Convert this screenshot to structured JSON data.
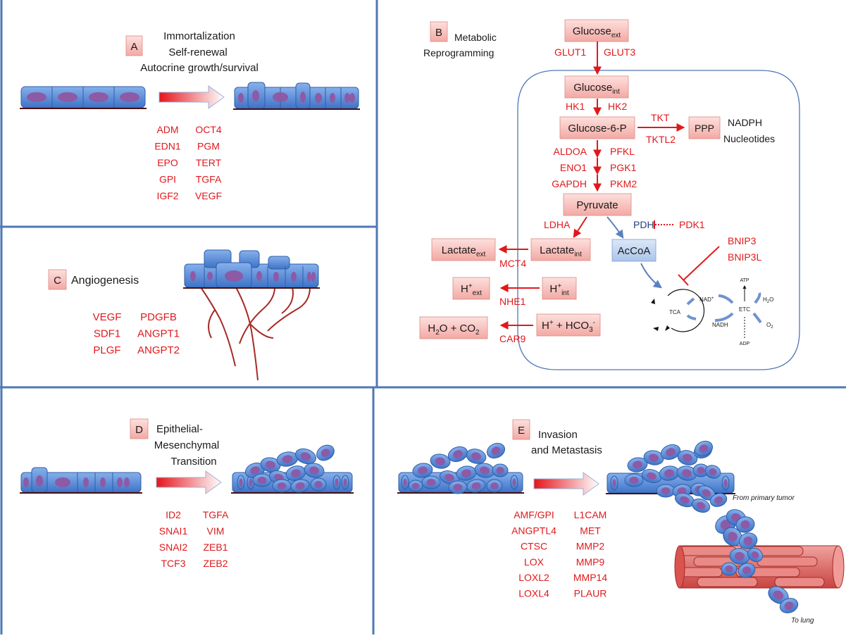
{
  "panels": {
    "a": {
      "letter": "A",
      "title_lines": [
        "Immortalization",
        "Self-renewal",
        "Autocrine growth/survival"
      ],
      "genes": [
        [
          "ADM",
          "OCT4"
        ],
        [
          "EDN1",
          "PGM"
        ],
        [
          "EPO",
          "TERT"
        ],
        [
          "GPI",
          "TGFA"
        ],
        [
          "IGF2",
          "VEGF"
        ]
      ]
    },
    "b": {
      "letter": "B",
      "title_lines": [
        "Metabolic",
        "Reprogramming"
      ],
      "boxes": {
        "glucose_ext": {
          "base": "Glucose",
          "sub": "ext"
        },
        "glucose_int": {
          "base": "Glucose",
          "sub": "int"
        },
        "glucose6p": "Glucose-6-P",
        "ppp": "PPP",
        "pyruvate": "Pyruvate",
        "lactate_int": {
          "base": "Lactate",
          "sub": "int"
        },
        "lactate_ext": {
          "base": "Lactate",
          "sub": "ext"
        },
        "acoa": "AcCoA",
        "h_int": {
          "base": "H",
          "sup": "+",
          "sub": "int"
        },
        "h_ext": {
          "base": "H",
          "sup": "+",
          "sub": "ext"
        },
        "h_hco3": {
          "a": "H",
          "asup": "+",
          "mid": " + HCO",
          "msub": "3",
          "msup": "-"
        },
        "h2o_co2": {
          "a": "H",
          "asub": "2",
          "mid": "O + CO",
          "msub": "2"
        }
      },
      "labels": {
        "glut1": "GLUT1",
        "glut3": "GLUT3",
        "hk1": "HK1",
        "hk2": "HK2",
        "tkt": "TKT",
        "tktl2": "TKTL2",
        "glycolysis_left": [
          "ALDOA",
          "ENO1",
          "GAPDH"
        ],
        "glycolysis_right": [
          "PFKL",
          "PGK1",
          "PKM2"
        ],
        "ldha": "LDHA",
        "pdh": "PDH",
        "pdk1": "PDK1",
        "bnip3": "BNIP3",
        "bnip3l": "BNIP3L",
        "mct4": "MCT4",
        "nhe1": "NHE1",
        "car9": "CAR9",
        "nadph_lines": [
          "NADPH",
          "Nucleotides"
        ]
      },
      "tca": {
        "tca": "TCA",
        "etc": "ETC",
        "nad": "NAD",
        "nad_sup": "+",
        "nadh": "NADH",
        "atp": "ATP",
        "adp": "ADP",
        "h2o": "H",
        "h2o_sub": "2",
        "h2o_tail": "O",
        "o2": "O",
        "o2_sub": "2"
      }
    },
    "c": {
      "letter": "C",
      "title": "Angiogenesis",
      "genes": [
        [
          "VEGF",
          "PDGFB"
        ],
        [
          "SDF1",
          "ANGPT1"
        ],
        [
          "PLGF",
          "ANGPT2"
        ]
      ]
    },
    "d": {
      "letter": "D",
      "title_lines": [
        "Epithelial-",
        "Mesenchymal",
        "Transition"
      ],
      "genes": [
        [
          "ID2",
          "TGFA"
        ],
        [
          "SNAI1",
          "VIM"
        ],
        [
          "SNAI2",
          "ZEB1"
        ],
        [
          "TCF3",
          "ZEB2"
        ]
      ]
    },
    "e": {
      "letter": "E",
      "title_lines": [
        "Invasion",
        "and Metastasis"
      ],
      "genes": [
        [
          "AMF/GPI",
          "L1CAM"
        ],
        [
          "ANGPTL4",
          "MET"
        ],
        [
          "CTSC",
          "MMP2"
        ],
        [
          "LOX",
          "MMP9"
        ],
        [
          "LOXL2",
          "MMP14"
        ],
        [
          "LOXL4",
          "PLAUR"
        ]
      ],
      "from_primary": "From primary tumor",
      "to_lung": "To lung"
    }
  },
  "colors": {
    "gene_red": "#e0191c",
    "divider_blue": "#4f78b5",
    "cell_blue": "#5b8fd9",
    "nucleus_purple": "#8d5aa6",
    "box_pink": "#f7c4c0",
    "vessel_red": "#d9534f"
  }
}
